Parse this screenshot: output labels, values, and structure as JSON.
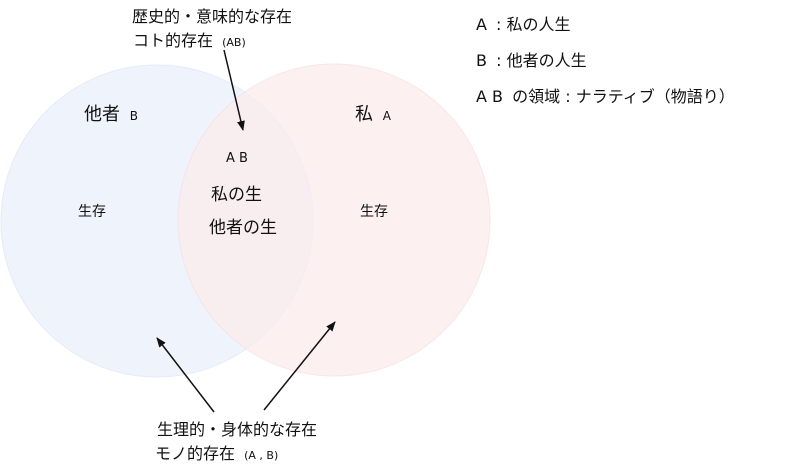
{
  "colors": {
    "set_b_fill": "#edf1fc",
    "set_b_stroke": "#e2e8f8",
    "set_a_fill": "#fcebeb",
    "set_a_stroke": "#f8dede",
    "text": "#111111",
    "arrow": "#111111"
  },
  "sets": {
    "b": {
      "name": "他者",
      "letter": "B",
      "region_label": "生存"
    },
    "a": {
      "name": "私",
      "letter": "A",
      "region_label": "生存"
    }
  },
  "intersection": {
    "label": "A B",
    "line1": "私の生",
    "line2": "他者の生"
  },
  "annotations": {
    "top": {
      "line1": "歴史的・意味的な存在",
      "line2_main": "コト的存在",
      "line2_small": "(AB)"
    },
    "bottom": {
      "line1": "生理的・身体的な存在",
      "line2_main": "モノ的存在",
      "line2_small": "(A , B)"
    }
  },
  "legend": [
    {
      "key": "A",
      "sep": ":",
      "text": "私の人生"
    },
    {
      "key": "B",
      "sep": ":",
      "text": "他者の人生"
    },
    {
      "key": "A B",
      "sep": "の領域 :",
      "text": "ナラティブ（物語り）"
    }
  ]
}
